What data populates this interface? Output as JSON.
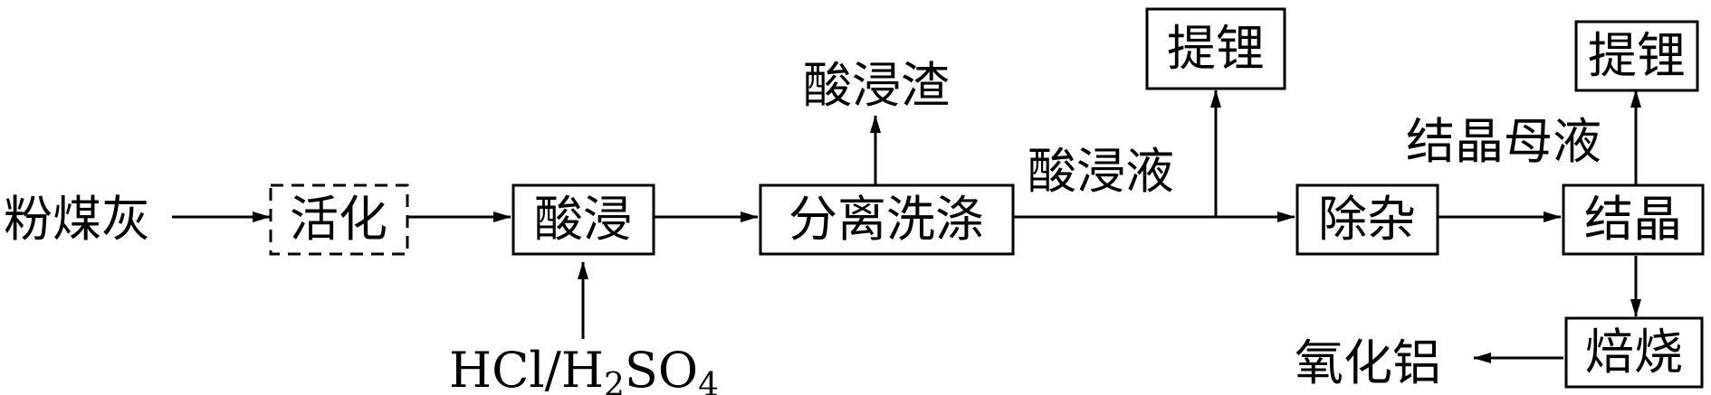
{
  "inputs": {
    "raw_material": "粉煤灰",
    "acid": {
      "p1": "HCl/H",
      "sub1": "2",
      "p2": "SO",
      "sub2": "4"
    }
  },
  "nodes": {
    "activation": "活化",
    "acid_leach": "酸浸",
    "separate_wash": "分离洗涤",
    "extract_li_1": "提锂",
    "remove_impurity": "除杂",
    "crystallize": "结晶",
    "extract_li_2": "提锂",
    "roast": "焙烧"
  },
  "labels": {
    "residue": "酸浸渣",
    "leachate": "酸浸液",
    "mother_liquor": "结晶母液",
    "product": "氧化铝"
  }
}
